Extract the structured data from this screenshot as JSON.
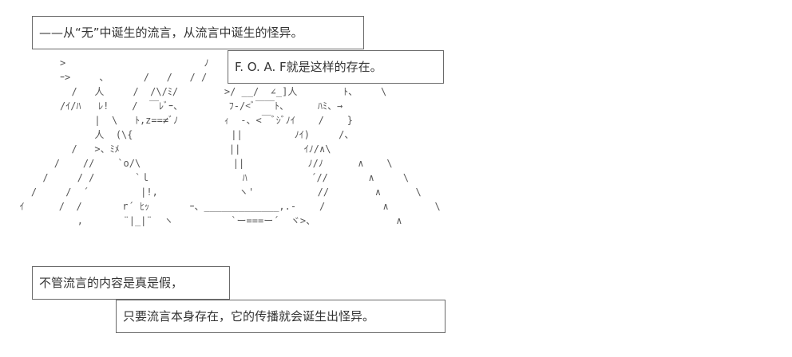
{
  "captions": [
    "——从“无”中诞生的流言，从流言中诞生的怪异。",
    "F. O. A. F就是这样的存在。",
    "不管流言的内容是真是假，",
    "只要流言本身存在，它的传播就会诞生出怪异。"
  ],
  "ascii_art": [
    "         >                        ﾉ",
    "         ｰ>     、      /   /   / /",
    "           /   人     /  /\\/ﾐ/        >/ __/  ∠_]人        ﾄ、    \\",
    "         /ｲ/ﾊ   ﾚ!    /  ￣ﾚﾞｰ、        ﾌ-/<ﾞ￣￣ﾄ、     ﾊﾐ、→",
    "               |  \\   ﾄ,z==≠ﾞﾉ        ｨ  -、<￣ﾞｼﾞﾉｲ    /    }",
    "               人  (\\{                 ||         ﾉｲ)     /、",
    "           /   >、ﾐﾒ                   ||           ｲﾉ/∧\\",
    "        /    //    `o/\\                ||           ﾉ/ﾉ      ∧    \\",
    "      /     / /       `ｌ                ﾊ           ´//       ∧     \\",
    "    /     /  ´         |!,              ヽ'           //        ∧      \\",
    "  ｲ      /  /       r´ ﾋｯ       ｰ、_____________,.-    /          ∧        \\",
    "            ,       ¨|_|¨  ヽ          `ー===ー´  ヾ>、              ∧"
  ]
}
